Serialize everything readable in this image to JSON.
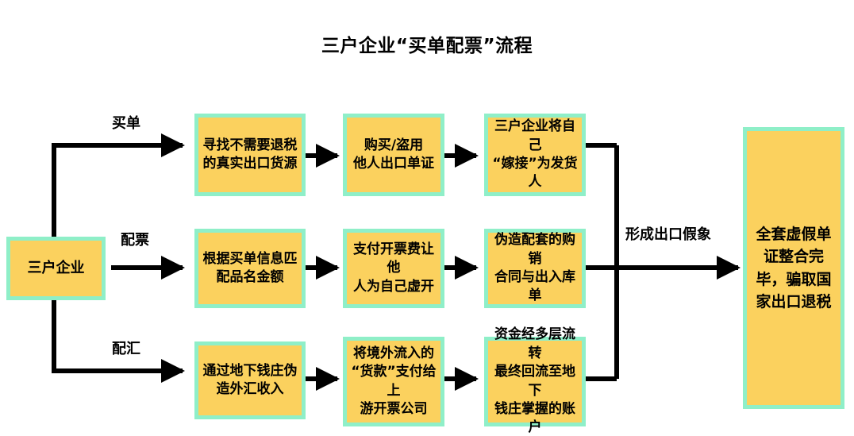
{
  "title": "三户企业“买单配票”流程",
  "colors": {
    "node_fill": "#FBD15E",
    "node_border": "#8FEFC8",
    "line": "#000000",
    "text": "#000000",
    "background": "#FFFFFF"
  },
  "source": {
    "label": "三户企业"
  },
  "branch_labels": {
    "row1": "买单",
    "row2": "配票",
    "row3": "配汇"
  },
  "merge_label": "形成出口假象",
  "rows": [
    {
      "key": "row1",
      "label": "买单",
      "steps": [
        {
          "text": "寻找不需要退税\n的真实出口货源"
        },
        {
          "text": "购买/盗用\n他人出口单证"
        },
        {
          "text": "三户企业将自己\n“嫁接”为发货人"
        }
      ]
    },
    {
      "key": "row2",
      "label": "配票",
      "steps": [
        {
          "text": "根据买单信息匹\n配品名金额"
        },
        {
          "text": "支付开票费让他\n人为自己虚开"
        },
        {
          "text": "伪造配套的购销\n合同与出入库单"
        }
      ]
    },
    {
      "key": "row3",
      "label": "配汇",
      "steps": [
        {
          "text": "通过地下钱庄伪\n造外汇收入"
        },
        {
          "text": "将境外流入的\n“货款”支付给上\n游开票公司"
        },
        {
          "text": "资金经多层流转\n最终回流至地下\n钱庄掌握的账户"
        }
      ]
    }
  ],
  "final": {
    "text": "全套虚假单\n证整合完\n毕，骗取国\n家出口退税"
  }
}
